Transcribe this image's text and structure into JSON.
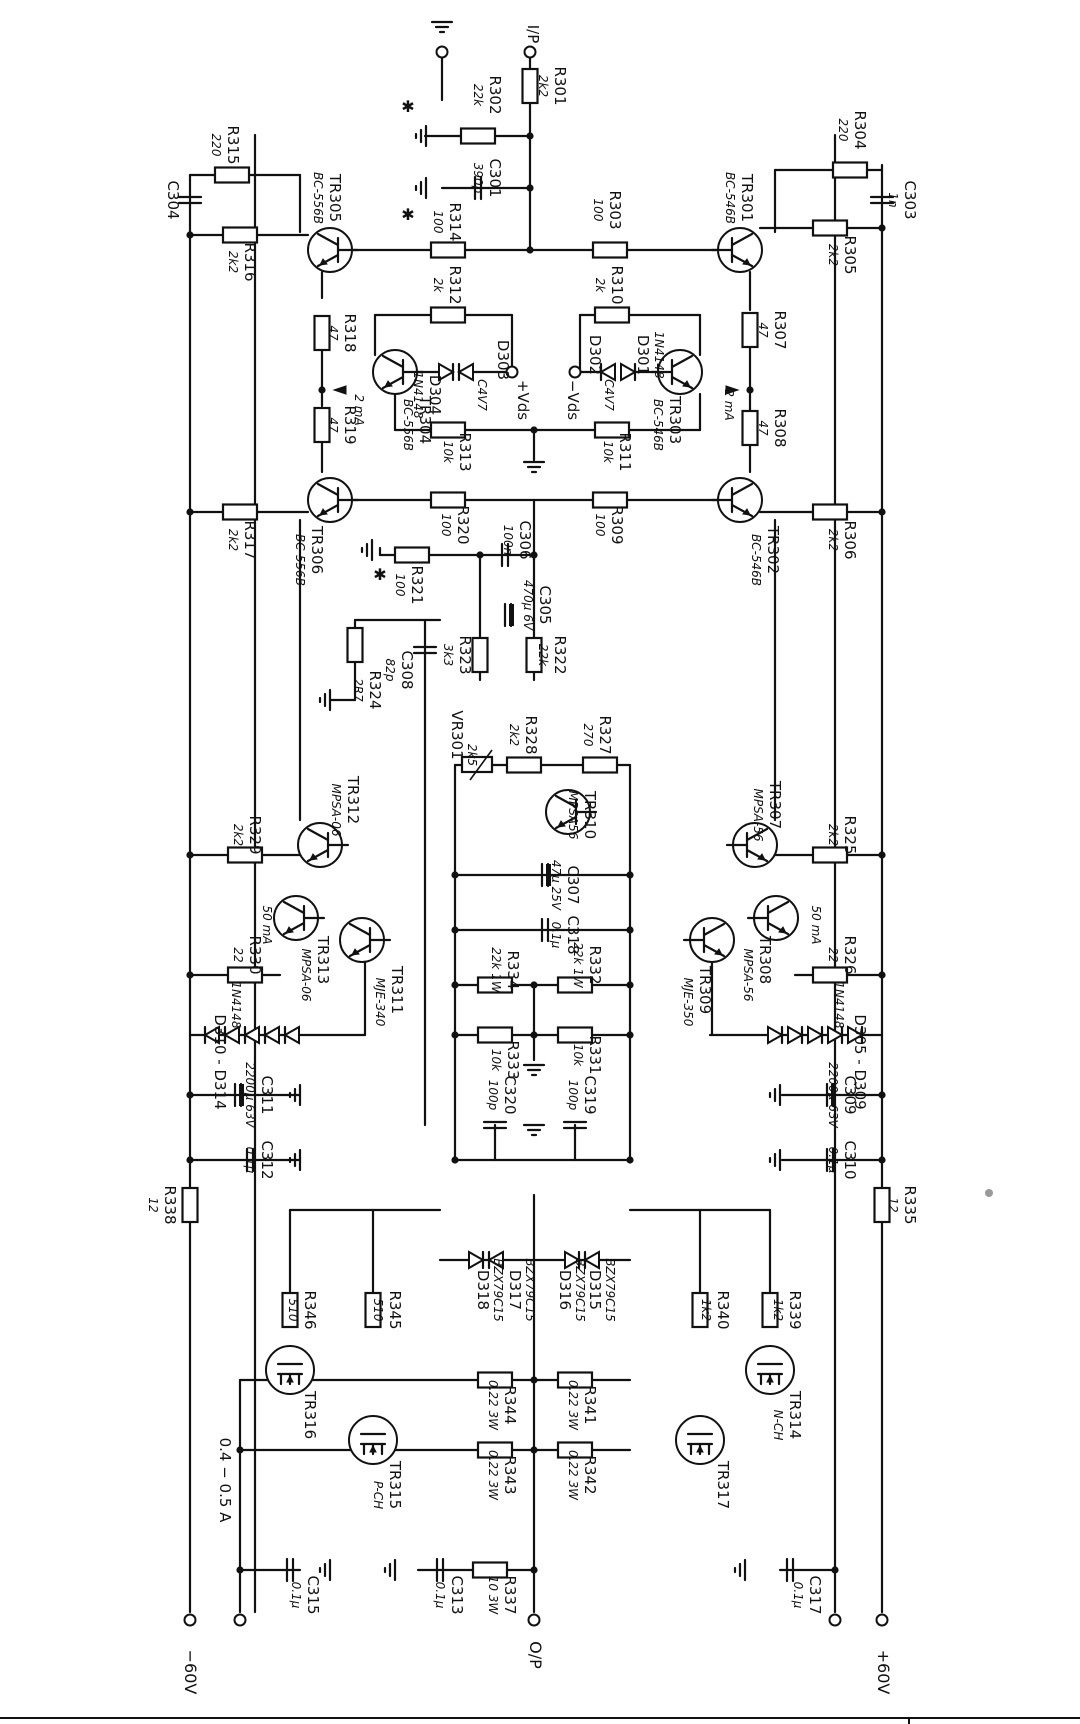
{
  "terminals": [
    {
      "id": "in",
      "label": "I/P"
    },
    {
      "id": "neg",
      "label": "−60V"
    },
    {
      "id": "out",
      "label": "O/P"
    },
    {
      "id": "pos",
      "label": "+60V"
    },
    {
      "id": "vds_pos",
      "label": "+Vds"
    },
    {
      "id": "vds_neg",
      "label": "−Vds"
    }
  ],
  "current_notes": {
    "i_2mA_left": "2 mA",
    "i_2mA_right": "2 mA",
    "i_50mA_left": "50 mA",
    "i_50mA_right": "50 mA",
    "bias": "0.4 − 0.5 A"
  },
  "resistors": [
    {
      "ref": "R301",
      "value": "2k2"
    },
    {
      "ref": "R302",
      "value": "22k"
    },
    {
      "ref": "R303",
      "value": "100"
    },
    {
      "ref": "R304",
      "value": "220"
    },
    {
      "ref": "R305",
      "value": "2k2"
    },
    {
      "ref": "R306",
      "value": "2k2"
    },
    {
      "ref": "R307",
      "value": "47"
    },
    {
      "ref": "R308",
      "value": "47"
    },
    {
      "ref": "R309",
      "value": "100"
    },
    {
      "ref": "R310",
      "value": "2k"
    },
    {
      "ref": "R311",
      "value": "10k"
    },
    {
      "ref": "R312",
      "value": "2k"
    },
    {
      "ref": "R313",
      "value": "10k"
    },
    {
      "ref": "R314",
      "value": "100"
    },
    {
      "ref": "R315",
      "value": "220"
    },
    {
      "ref": "R316",
      "value": "2k2"
    },
    {
      "ref": "R317",
      "value": "2k2"
    },
    {
      "ref": "R318",
      "value": "47"
    },
    {
      "ref": "R319",
      "value": "47"
    },
    {
      "ref": "R320",
      "value": "100"
    },
    {
      "ref": "R321",
      "value": "100"
    },
    {
      "ref": "R322",
      "value": "22k"
    },
    {
      "ref": "R323",
      "value": "3k3"
    },
    {
      "ref": "R324",
      "value": "2R7"
    },
    {
      "ref": "R325",
      "value": "2k2"
    },
    {
      "ref": "R326",
      "value": "22"
    },
    {
      "ref": "R327",
      "value": "270"
    },
    {
      "ref": "R328",
      "value": "2k2"
    },
    {
      "ref": "R329",
      "value": "2k2"
    },
    {
      "ref": "R330",
      "value": "22"
    },
    {
      "ref": "R331",
      "value": "10k"
    },
    {
      "ref": "R332",
      "value": "22k 1W"
    },
    {
      "ref": "R333",
      "value": "10k"
    },
    {
      "ref": "R334",
      "value": "22k 1W"
    },
    {
      "ref": "R335",
      "value": "12"
    },
    {
      "ref": "R337",
      "value": "10 3W"
    },
    {
      "ref": "R338",
      "value": "12"
    },
    {
      "ref": "R339",
      "value": "1k2"
    },
    {
      "ref": "R340",
      "value": "1k2"
    },
    {
      "ref": "R341",
      "value": "0.22 3W"
    },
    {
      "ref": "R342",
      "value": "0.22 3W"
    },
    {
      "ref": "R343",
      "value": "0.22 3W"
    },
    {
      "ref": "R344",
      "value": "0.22 3W"
    },
    {
      "ref": "R345",
      "value": "510"
    },
    {
      "ref": "R346",
      "value": "510"
    },
    {
      "ref": "VR301",
      "value": "2k5"
    }
  ],
  "capacitors": [
    {
      "ref": "C301",
      "value": "390p"
    },
    {
      "ref": "C303",
      "value": "1n"
    },
    {
      "ref": "C304",
      "value": ""
    },
    {
      "ref": "C305",
      "value": "470µ 6V"
    },
    {
      "ref": "C306",
      "value": "100n"
    },
    {
      "ref": "C307",
      "value": "47µ 25V"
    },
    {
      "ref": "C308",
      "value": "82p"
    },
    {
      "ref": "C309",
      "value": "2200µ 63V"
    },
    {
      "ref": "C310",
      "value": "0.1µ"
    },
    {
      "ref": "C311",
      "value": "2200µ 63V"
    },
    {
      "ref": "C312",
      "value": "0.1µ"
    },
    {
      "ref": "C313",
      "value": "0.1µ"
    },
    {
      "ref": "C315",
      "value": "0.1µ"
    },
    {
      "ref": "C317",
      "value": "0.1µ"
    },
    {
      "ref": "C318",
      "value": "0.1µ"
    },
    {
      "ref": "C319",
      "value": "100p"
    },
    {
      "ref": "C320",
      "value": "100p"
    }
  ],
  "transistors": [
    {
      "ref": "TR301",
      "type": "BC-546B"
    },
    {
      "ref": "TR302",
      "type": "BC-546B"
    },
    {
      "ref": "TR303",
      "type": "BC-546B"
    },
    {
      "ref": "TR304",
      "type": "BC-556B"
    },
    {
      "ref": "TR305",
      "type": "BC-556B"
    },
    {
      "ref": "TR306",
      "type": "BC-556B"
    },
    {
      "ref": "TR307",
      "type": "MPSA-56"
    },
    {
      "ref": "TR308",
      "type": "MPSA-56"
    },
    {
      "ref": "TR309",
      "type": "MJE-350"
    },
    {
      "ref": "TR310",
      "type": "MPSA56"
    },
    {
      "ref": "TR311",
      "type": "MJE-340"
    },
    {
      "ref": "TR312",
      "type": "MPSA-06"
    },
    {
      "ref": "TR313",
      "type": "MPSA-06"
    },
    {
      "ref": "TR314",
      "type": "N-CH"
    },
    {
      "ref": "TR315",
      "type": "P-CH"
    },
    {
      "ref": "TR316",
      "type": ""
    },
    {
      "ref": "TR317",
      "type": ""
    }
  ],
  "diodes": [
    {
      "ref": "D301",
      "type": "1N4148"
    },
    {
      "ref": "D302",
      "type": "C4V7"
    },
    {
      "ref": "D303",
      "type": "C4V7"
    },
    {
      "ref": "D304",
      "type": "1N4148"
    },
    {
      "ref": "D305 - D309",
      "type": "1N4148"
    },
    {
      "ref": "D310 - D314",
      "type": "1N4148"
    },
    {
      "ref": "D315",
      "type": "BZX79C15"
    },
    {
      "ref": "D316",
      "type": "BZX79C15"
    },
    {
      "ref": "D317",
      "type": "BZX79C15"
    },
    {
      "ref": "D318",
      "type": "BZX79C15"
    }
  ]
}
